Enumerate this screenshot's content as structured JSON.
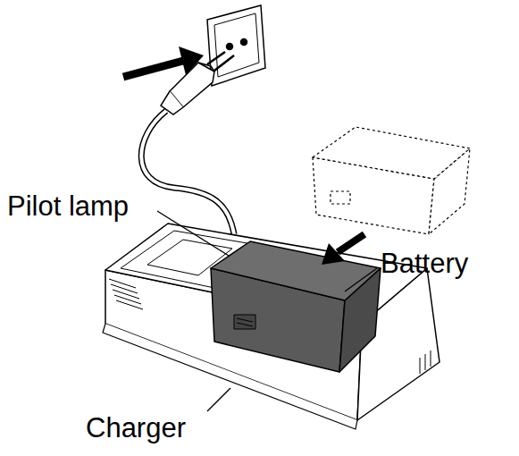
{
  "diagram": {
    "labels": [
      "Pilot lamp",
      "Battery",
      "Charger"
    ]
  }
}
